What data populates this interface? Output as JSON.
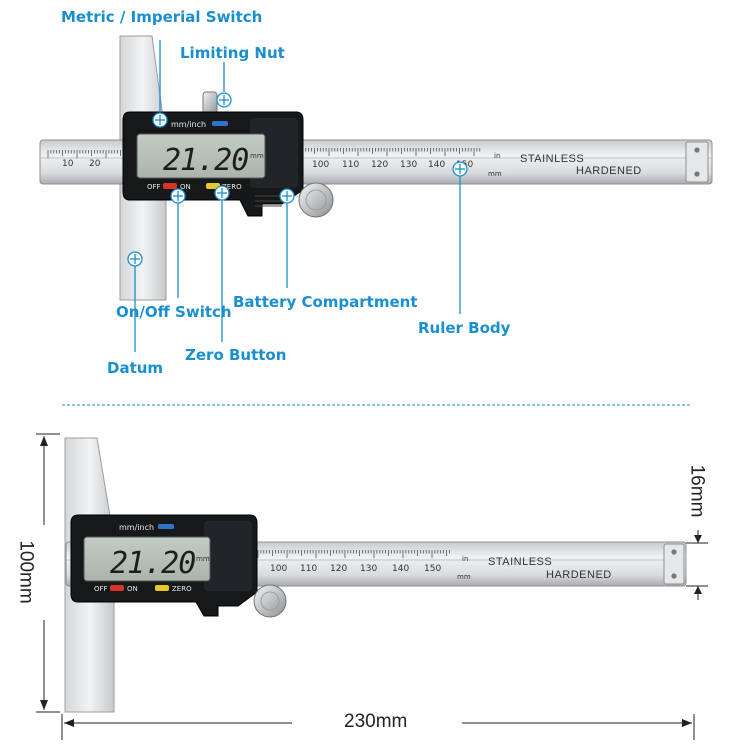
{
  "callouts": {
    "metric_switch": "Metric / Imperial Switch",
    "limiting_nut": "Limiting Nut",
    "battery": "Battery Compartment",
    "on_off": "On/Off Switch",
    "ruler_body": "Ruler Body",
    "zero_button": "Zero Button",
    "datum": "Datum"
  },
  "device": {
    "display": "21.20",
    "display_unit": "mm",
    "unit_switch_label": "mm/inch",
    "off_label": "OFF",
    "on_label": "ON",
    "zero_label": "ZERO",
    "stainless": "STAINLESS",
    "hardened": "HARDENED",
    "scale_in": "in",
    "scale_mm": "mm",
    "scale_top": [
      "10",
      "20",
      "100",
      "110",
      "120",
      "130",
      "140",
      "150"
    ],
    "scale_bottom": [
      "100",
      "110",
      "120",
      "130",
      "140",
      "150"
    ]
  },
  "dimensions": {
    "height": "100mm",
    "length": "230mm",
    "thickness": "16mm"
  },
  "colors": {
    "accent": "#1a8fd0",
    "off_red": "#d8342a",
    "zero_yellow": "#e7c92a",
    "unit_blue": "#2e72c9"
  }
}
